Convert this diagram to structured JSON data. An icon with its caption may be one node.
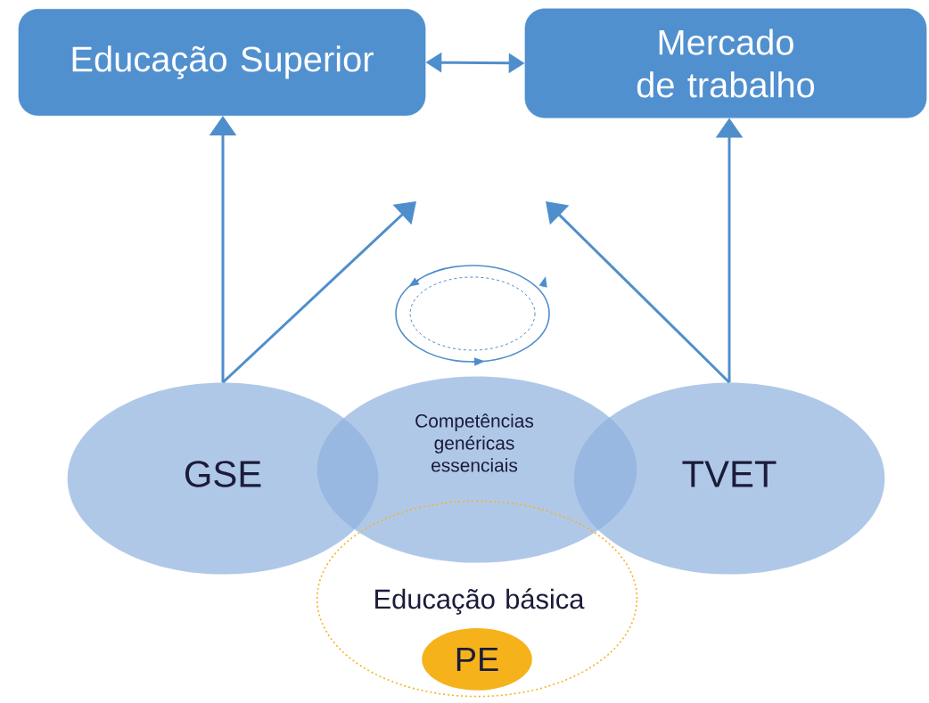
{
  "diagram": {
    "nodes": [
      {
        "text": [
          "Educação Superior"
        ]
      },
      {
        "text": [
          "Mercado de trabalho"
        ]
      },
      {
        "text": [
          "GSE"
        ]
      },
      {
        "text": [
          "Competências genéricas essenciais"
        ]
      },
      {
        "text": [
          "TVET"
        ]
      },
      {
        "text": [
          "Educação básica"
        ]
      },
      {
        "text": [
          "PE"
        ],
        "in": 5
      }
    ],
    "edges": [
      {
        "from": 0,
        "to": 1,
        "arrow": "both"
      },
      {
        "from": 2,
        "to": 0,
        "arrow": "to"
      },
      {
        "from": 2,
        "to": null,
        "arrow": "to"
      },
      {
        "from": 4,
        "to": 1,
        "arrow": "to"
      },
      {
        "from": 4,
        "to": null,
        "arrow": "to"
      }
    ]
  }
}
